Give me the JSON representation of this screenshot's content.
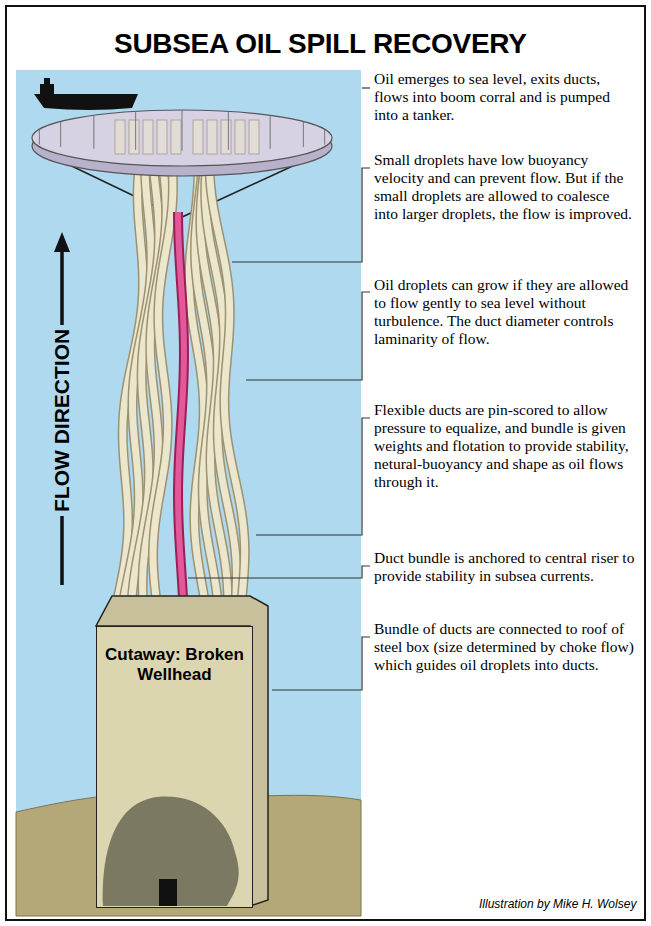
{
  "diagram": {
    "title": "SUBSEA OIL SPILL RECOVERY",
    "caption": "Illustration by Mike H. Wolsey",
    "nodes": [
      {
        "text": [
          "Cutaway: Broken Wellhead"
        ]
      }
    ],
    "labels": [
      "Oil emerges to sea level, exits ducts, flows into boom corral and is pumped into a tanker.",
      "Small droplets have low buoyancy velocity and can prevent flow. But if the small droplets are allowed to coalesce into larger droplets, the flow is improved.",
      "Oil droplets can grow if they are allowed to flow gently to sea level without turbulence. The duct diameter controls laminarity of flow.",
      "Flexible ducts are pin-scored to allow pressure to equalize, and bundle is given weights and flotation to provide stability, netural-buoyancy and shape as oil flows through it.",
      "Duct bundle is anchored to central riser to provide stability in subsea currents.",
      "Bundle of ducts are connected to roof of steel box (size determined by choke flow) which guides oil droplets into ducts.",
      "FLOW DIRECTION"
    ]
  }
}
